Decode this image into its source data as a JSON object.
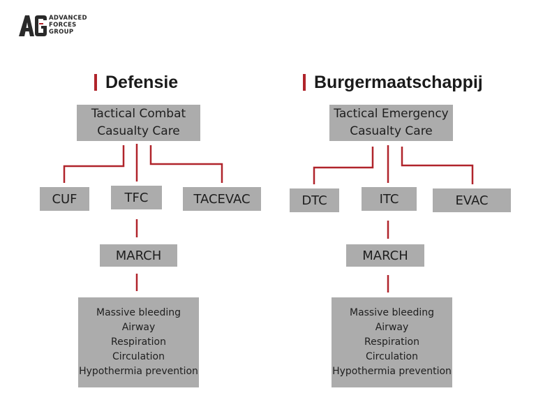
{
  "logo": {
    "mark": "AG",
    "lines": [
      "ADVANCED",
      "FORCES",
      "GROUP"
    ]
  },
  "colors": {
    "accent": "#b0242b",
    "box": "#acacac",
    "text": "#1e1e1e"
  },
  "left": {
    "heading": "Defensie",
    "root": [
      "Tactical Combat",
      "Casualty Care"
    ],
    "children": [
      "CUF",
      "TFC",
      "TACEVAC"
    ],
    "protocol": "MARCH",
    "items": [
      "Massive bleeding",
      "Airway",
      "Respiration",
      "Circulation",
      "Hypothermia prevention"
    ]
  },
  "right": {
    "heading": "Burgermaatschappij",
    "root": [
      "Tactical Emergency",
      "Casualty Care"
    ],
    "children": [
      "DTC",
      "ITC",
      "EVAC"
    ],
    "protocol": "MARCH",
    "items": [
      "Massive bleeding",
      "Airway",
      "Respiration",
      "Circulation",
      "Hypothermia prevention"
    ]
  }
}
